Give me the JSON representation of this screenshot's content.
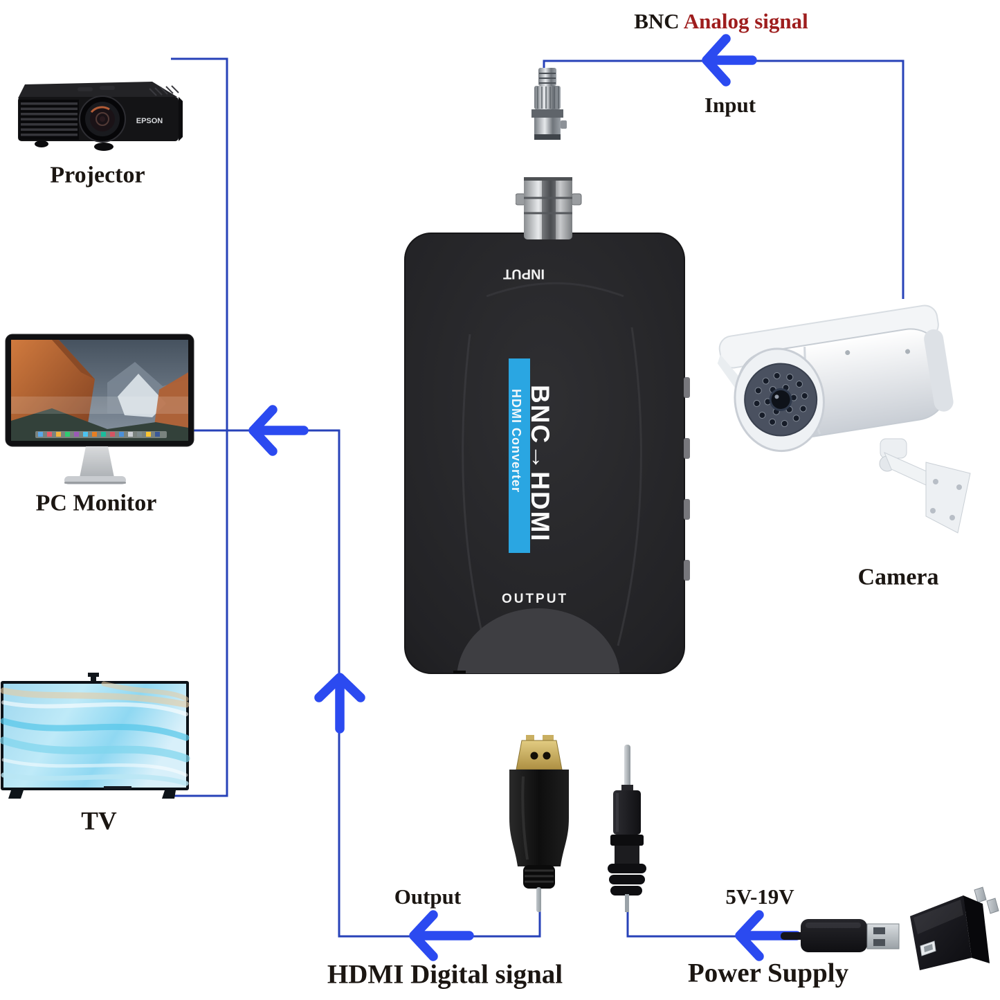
{
  "colors": {
    "wire_blue": "#2742b8",
    "arrow_blue": "#2b4af0",
    "signal_red": "#9e1d1d",
    "stripe_blue": "#2aa6e2",
    "label_black": "#1b1612"
  },
  "labels": {
    "bnc": "BNC",
    "analog_signal": "Analog signal",
    "input": "Input",
    "projector": "Projector",
    "pc_monitor": "PC Monitor",
    "tv": "TV",
    "camera": "Camera",
    "output": "Output",
    "hdmi_digital_signal": "HDMI Digital signal",
    "voltage_range": "5V-19V",
    "power_supply": "Power Supply"
  },
  "converter": {
    "top_port_label": "INPUT",
    "bottom_port_label": "OUTPUT",
    "stripe_main": "BNC→HDMI",
    "stripe_sub": "HDMI Converter"
  },
  "projector": {
    "brand": "EPSON"
  }
}
